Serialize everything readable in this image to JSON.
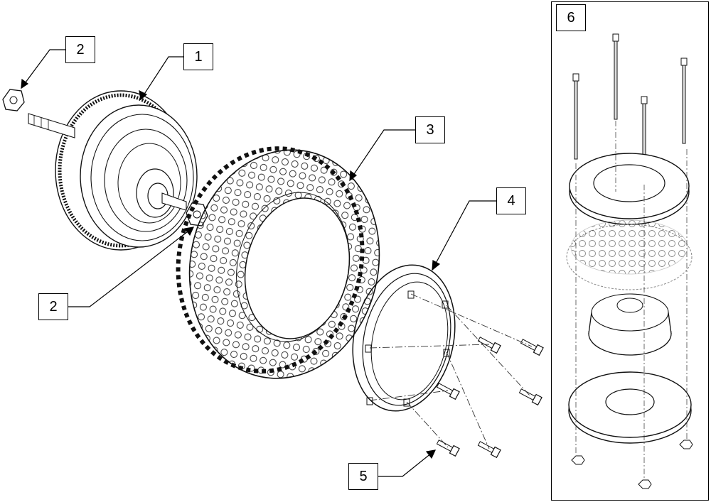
{
  "callouts": {
    "hub_motor": "1",
    "nut_top": "2",
    "nut_bottom": "2",
    "tire": "3",
    "rim_half": "4",
    "bolts": "5",
    "assembled_wheel": "6"
  }
}
